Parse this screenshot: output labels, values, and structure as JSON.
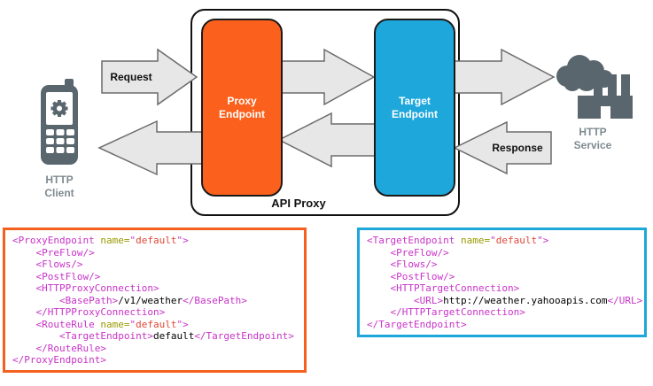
{
  "diagram": {
    "client_label": "HTTP\nClient",
    "service_label": "HTTP\nService",
    "request_label": "Request",
    "response_label": "Response",
    "api_proxy_label": "API Proxy",
    "proxy_endpoint_label": "Proxy\nEndpoint",
    "target_endpoint_label": "Target\nEndpoint"
  },
  "colors": {
    "proxy_orange": "#FB611C",
    "target_blue": "#1EA7DB",
    "arrow_fill": "#E7E7E7",
    "arrow_stroke": "#6B6B6B",
    "icon_gray": "#5A666E",
    "label_gray": "#7E8A90",
    "code_tag": "#C832C8",
    "code_attr_name": "#999900",
    "code_attr_value": "#DE4938",
    "code_text": "#000000"
  },
  "code_blocks": {
    "proxy": {
      "lines": [
        [
          [
            "t",
            "<ProxyEndpoint"
          ],
          [
            "x",
            " "
          ],
          [
            "a",
            "name="
          ],
          [
            "q",
            "\""
          ],
          [
            "s",
            "default"
          ],
          [
            "q",
            "\""
          ],
          [
            "t",
            ">"
          ]
        ],
        [
          [
            "x",
            "    "
          ],
          [
            "t",
            "<PreFlow/>"
          ]
        ],
        [
          [
            "x",
            "    "
          ],
          [
            "t",
            "<Flows/>"
          ]
        ],
        [
          [
            "x",
            "    "
          ],
          [
            "t",
            "<PostFlow/>"
          ]
        ],
        [
          [
            "x",
            "    "
          ],
          [
            "t",
            "<HTTPProxyConnection>"
          ]
        ],
        [
          [
            "x",
            "        "
          ],
          [
            "t",
            "<BasePath>"
          ],
          [
            "x",
            "/v1/weather"
          ],
          [
            "t",
            "</BasePath>"
          ]
        ],
        [
          [
            "x",
            "    "
          ],
          [
            "t",
            "</HTTPProxyConnection>"
          ]
        ],
        [
          [
            "x",
            "    "
          ],
          [
            "t",
            "<RouteRule"
          ],
          [
            "x",
            " "
          ],
          [
            "a",
            "name="
          ],
          [
            "q",
            "\""
          ],
          [
            "s",
            "default"
          ],
          [
            "q",
            "\""
          ],
          [
            "t",
            ">"
          ]
        ],
        [
          [
            "x",
            "        "
          ],
          [
            "t",
            "<TargetEndpoint>"
          ],
          [
            "x",
            "default"
          ],
          [
            "t",
            "</TargetEndpoint>"
          ]
        ],
        [
          [
            "x",
            "    "
          ],
          [
            "t",
            "</RouteRule>"
          ]
        ],
        [
          [
            "t",
            "</ProxyEndpoint>"
          ]
        ]
      ]
    },
    "target": {
      "lines": [
        [
          [
            "t",
            "<TargetEndpoint"
          ],
          [
            "x",
            " "
          ],
          [
            "a",
            "name="
          ],
          [
            "q",
            "\""
          ],
          [
            "s",
            "default"
          ],
          [
            "q",
            "\""
          ],
          [
            "t",
            ">"
          ]
        ],
        [
          [
            "x",
            "    "
          ],
          [
            "t",
            "<PreFlow/>"
          ]
        ],
        [
          [
            "x",
            "    "
          ],
          [
            "t",
            "<Flows/>"
          ]
        ],
        [
          [
            "x",
            "    "
          ],
          [
            "t",
            "<PostFlow/>"
          ]
        ],
        [
          [
            "x",
            "    "
          ],
          [
            "t",
            "<HTTPTargetConnection>"
          ]
        ],
        [
          [
            "x",
            "        "
          ],
          [
            "t",
            "<URL>"
          ],
          [
            "x",
            "http://weather.yahooapis.com"
          ],
          [
            "t",
            "</URL>"
          ]
        ],
        [
          [
            "x",
            "    "
          ],
          [
            "t",
            "</HTTPTargetConnection>"
          ]
        ],
        [
          [
            "t",
            "</TargetEndpoint>"
          ]
        ]
      ]
    }
  }
}
